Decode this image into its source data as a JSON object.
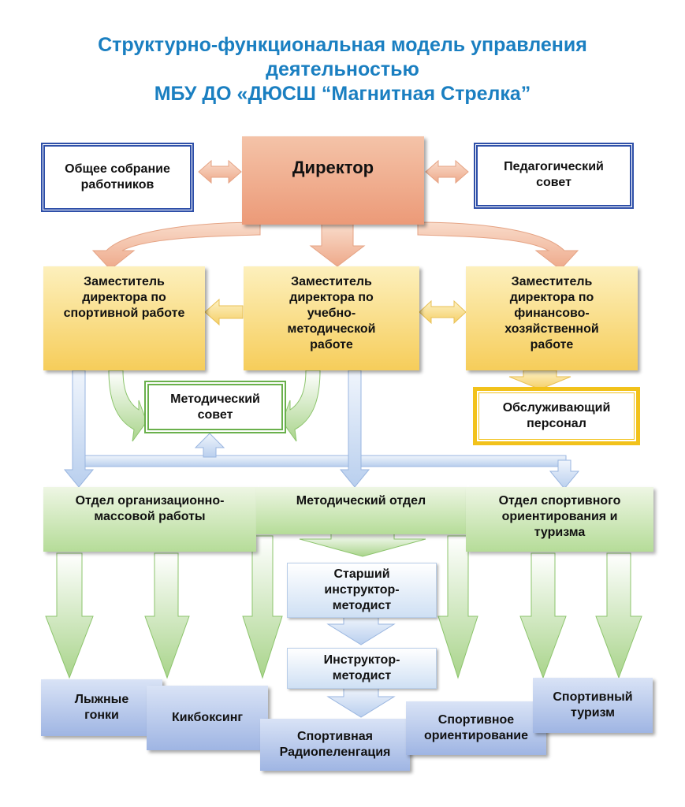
{
  "title": {
    "line1": "Структурно-функциональная модель управления",
    "line2": "деятельностью",
    "line3": "МБУ ДО «ДЮСШ “Магнитная Стрелка”"
  },
  "top": {
    "general_meeting": "Общее собрание работников",
    "director": "Директор",
    "ped_council": "Педагогический совет"
  },
  "deputies": {
    "sport": "Заместитель директора по спортивной работе",
    "method": "Заместитель директора по учебно-методической работе",
    "finance": "Заместитель директора по финансово-хозяйственной работе"
  },
  "councils": {
    "method_council": "Методический совет",
    "service_staff": "Обслуживающий персонал"
  },
  "departments": {
    "org_mass": "Отдел организационно-массовой работы",
    "method_dept": "Методический отдел",
    "orienteering": "Отдел спортивного ориентирования и туризма"
  },
  "method_chain": {
    "senior_instructor": "Старший инструктор-методист",
    "instructor": "Инструктор-методист"
  },
  "sections": {
    "ski": "Лыжные гонки",
    "kickboxing": "Кикбоксинг",
    "radio": "Спортивная Радиопеленгация",
    "orient": "Спортивное ориентирование",
    "tourism": "Спортивный туризм"
  },
  "colors": {
    "title": "#1a7fc1",
    "director": "#ec9a78",
    "deputy": "#f6cd5a",
    "department": "#b5dc98",
    "section": "#9fb5e3",
    "frame_blue": "#2e4fa8",
    "frame_green": "#6ab04c",
    "frame_yellow": "#f2c21b"
  }
}
